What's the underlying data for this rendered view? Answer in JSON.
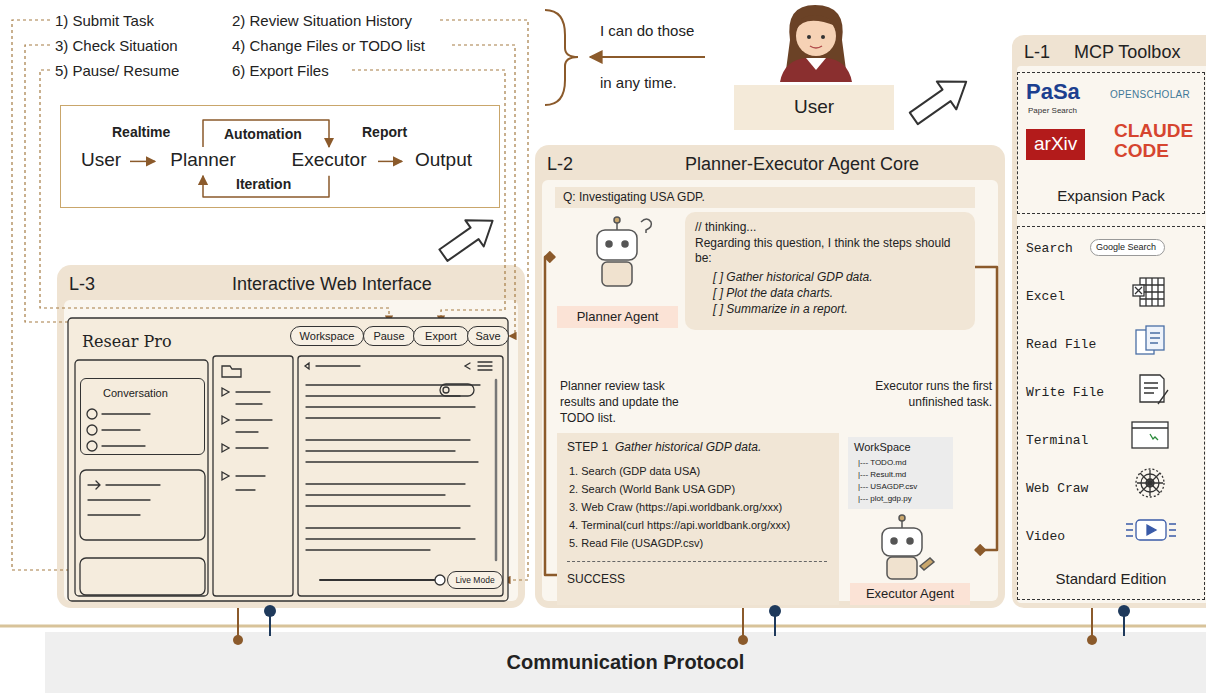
{
  "diagram": {
    "nodes": [
      {
        "text": []
      },
      {
        "text": [
          "User"
        ],
        "in": 0
      },
      {
        "text": [
          "Planner"
        ],
        "in": 0
      },
      {
        "text": [
          "Executor"
        ],
        "in": 0
      },
      {
        "text": [
          "Output"
        ],
        "in": 0
      },
      {
        "text": [
          "User"
        ]
      },
      {
        "text": [
          "L-1",
          "MCP Toolbox"
        ]
      },
      {
        "text": [
          "PaSa",
          "Paper Search",
          "OPENSCHOLAR",
          "arXiv",
          "CLAUDE CODE",
          "Expansion Pack"
        ],
        "in": 6
      },
      {
        "text": [
          "Search",
          "Google Search",
          "Excel",
          "Read File",
          "Write File",
          "Terminal",
          "Web Craw",
          "Video",
          "Standard Edition"
        ],
        "in": 6
      },
      {
        "text": [
          "L-2",
          "Planner-Executor Agent Core"
        ]
      },
      {
        "text": [
          "Q: Investigating USA GDP."
        ],
        "in": 9
      },
      {
        "text": [
          "Planner Agent"
        ],
        "in": 9
      },
      {
        "text": [
          "// thinking...",
          "Regarding this question, I think the steps should be:",
          "[ ] Gather historical GDP data.",
          "[ ] Plot the data charts.",
          "[ ] Summarize in a report."
        ],
        "in": 9
      },
      {
        "text": [
          "STEP 1",
          "Gather historical GDP data.",
          "1. Search (GDP data USA)",
          "2. Search (World Bank USA GDP)",
          "3. Web Craw (https://api.worldbank.org/xxx)",
          "4. Terminal(curl https://api.worldbank.org/xxx)",
          "5. Read File (USAGDP.csv)",
          "SUCCESS"
        ],
        "in": 9
      },
      {
        "text": [
          "WorkSpace",
          "|--- TODO.md",
          "|--- Result.md",
          "|--- USAGDP.csv",
          "|--- plot_gdp.py"
        ],
        "in": 9
      },
      {
        "text": [
          "Executor Agent"
        ],
        "in": 9
      },
      {
        "text": [
          "L-3",
          "Interactive Web Interface"
        ]
      },
      {
        "text": [
          "Resear Pro"
        ],
        "in": 16
      },
      {
        "text": [
          "Workspace"
        ],
        "in": 17
      },
      {
        "text": [
          "Pause"
        ],
        "in": 17
      },
      {
        "text": [
          "Export"
        ],
        "in": 17
      },
      {
        "text": [
          "Save"
        ],
        "in": 17
      },
      {
        "text": [
          "Conversation"
        ],
        "in": 17
      },
      {
        "text": [
          "Live Mode"
        ],
        "in": 17
      },
      {
        "text": [
          "Communication Protocol"
        ]
      }
    ],
    "edges": [
      {
        "from": 1,
        "to": 2,
        "arrow": "to",
        "label": "Realtime"
      },
      {
        "from": 2,
        "to": 3,
        "arrow": "to",
        "label": "Automation"
      },
      {
        "from": 3,
        "to": 2,
        "arrow": "to",
        "label": "Iteration"
      },
      {
        "from": 3,
        "to": 4,
        "arrow": "to",
        "label": "Report"
      },
      {
        "from": 13,
        "to": 11,
        "arrow": "to",
        "label": "Planner review task results and update the TODO list."
      },
      {
        "from": 12,
        "to": 15,
        "arrow": "to",
        "label": "Executor runs the first unfinished task."
      }
    ],
    "labels": [
      "1) Submit Task",
      "2) Review Situation History",
      "3) Check Situation",
      "4) Change Files or TODO list",
      "5) Pause/ Resume",
      "6) Export Files",
      "I can do those",
      "in any time."
    ]
  }
}
